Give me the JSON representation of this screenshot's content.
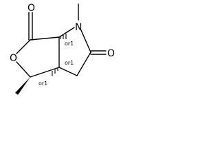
{
  "molecule": {
    "atom_labels": {
      "ring_oxygen": "O",
      "lactone_carbonyl_oxygen": "O",
      "amide_carbonyl_oxygen": "O",
      "nitrogen": "N"
    },
    "stereo_labels": {
      "c6a": "or1",
      "c3a": "or1",
      "c1": "or1"
    }
  }
}
